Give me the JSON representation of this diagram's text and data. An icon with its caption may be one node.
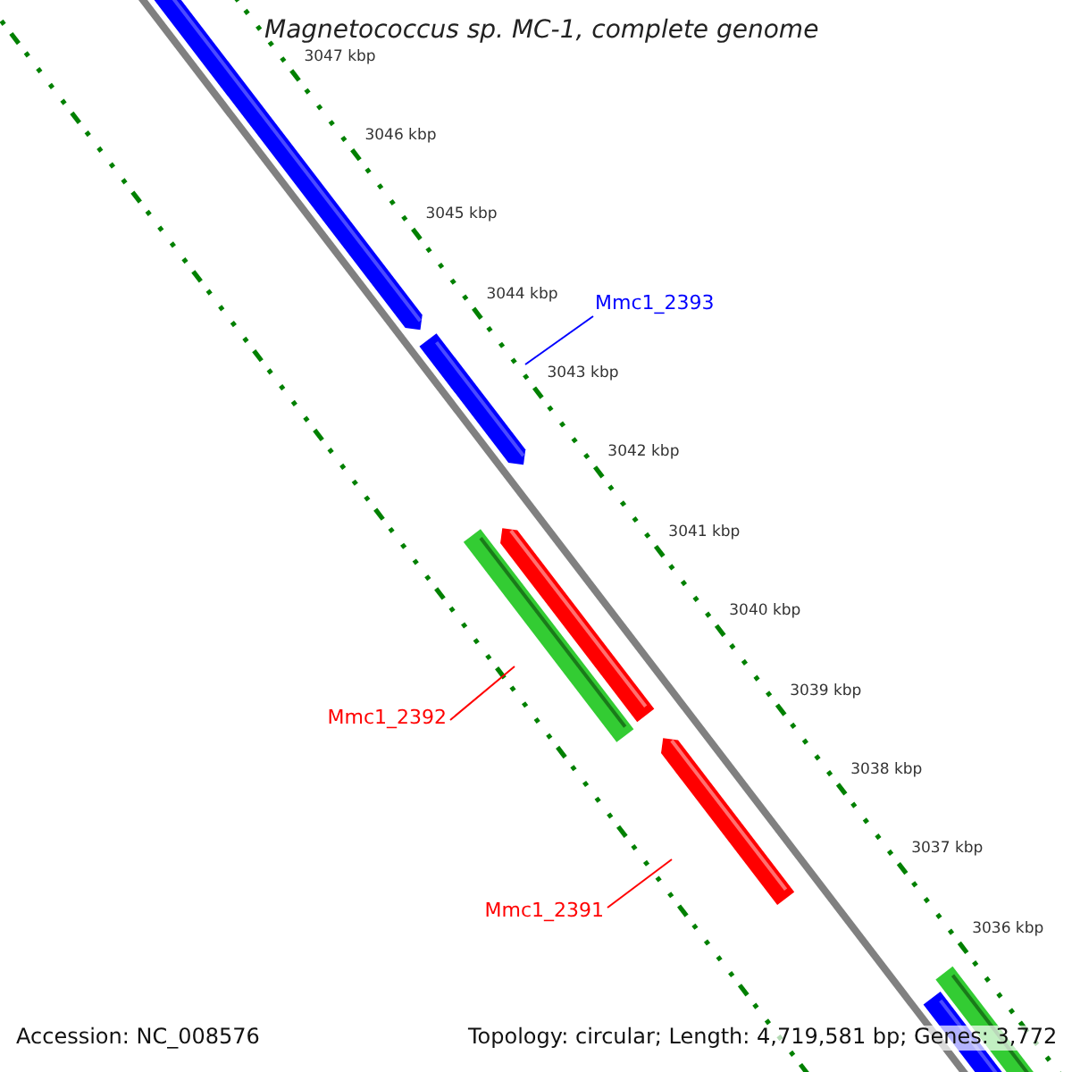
{
  "diagram": {
    "title": "Magnetococcus sp. MC-1, complete genome",
    "nodes": [
      {
        "text": [
          "Mmc1_2393"
        ]
      },
      {
        "text": [
          "Mmc1_2392"
        ]
      },
      {
        "text": [
          "Mmc1_2391"
        ]
      }
    ],
    "edges": [
      {
        "from": 0,
        "to": null,
        "arrow": "none",
        "color": "#0000ff"
      },
      {
        "from": 1,
        "to": null,
        "arrow": "none"
      },
      {
        "from": 2,
        "to": null,
        "arrow": "none"
      }
    ],
    "labels": [
      "3047 kbp",
      "3046 kbp",
      "3045 kbp",
      "3044 kbp",
      "3043 kbp",
      "3042 kbp",
      "3041 kbp",
      "3040 kbp",
      "3039 kbp",
      "3038 kbp",
      "3037 kbp",
      "3036 kbp",
      "Accession: NC_008576",
      "Topology: circular; Length: 4,719,581 bp; Genes: 3,772"
    ]
  }
}
